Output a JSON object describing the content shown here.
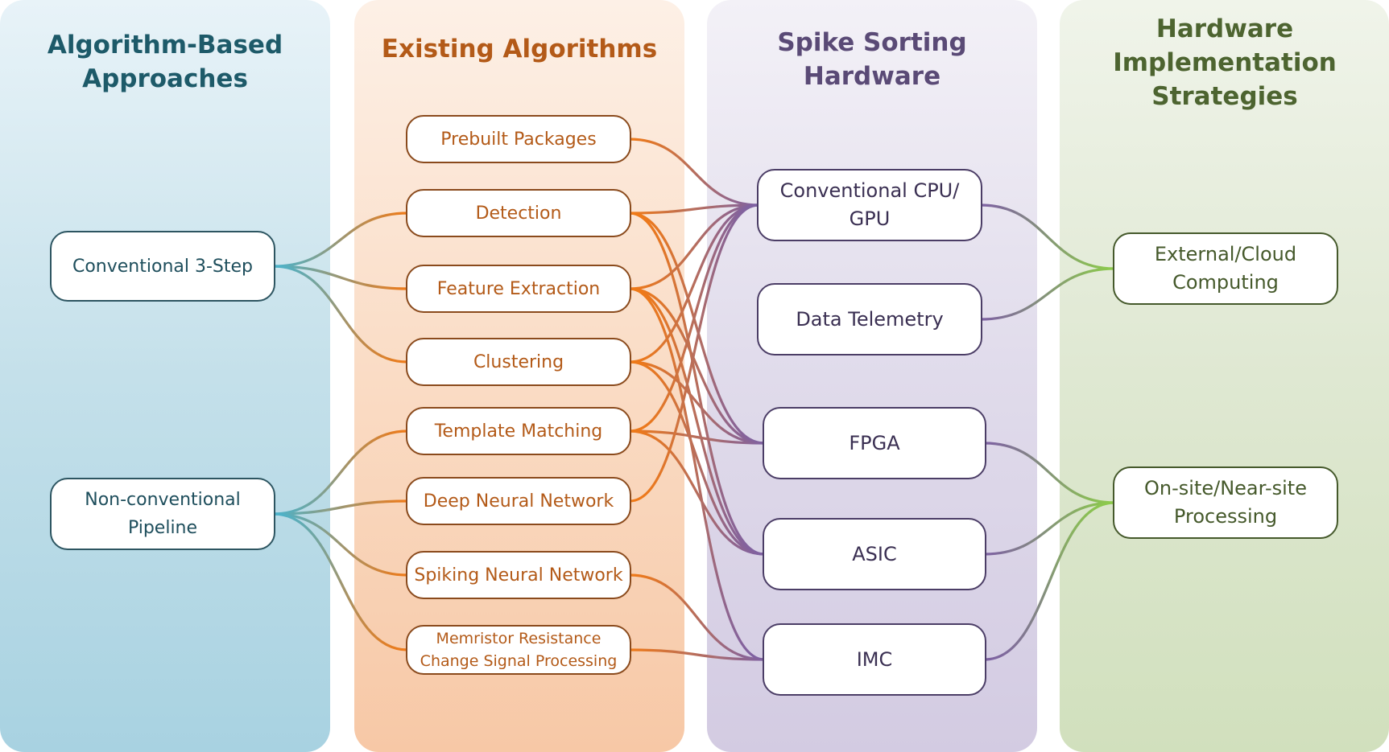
{
  "columns": [
    {
      "title": "Algorithm-Based\nApproaches"
    },
    {
      "title": "Existing Algorithms"
    },
    {
      "title": "Spike Sorting Hardware"
    },
    {
      "title": "Hardware\nImplementation\nStrategies"
    }
  ],
  "nodes": {
    "conv3": "Conventional 3-Step",
    "nonconv": "Non-conventional\nPipeline",
    "prebuilt": "Prebuilt Packages",
    "detection": "Detection",
    "feature": "Feature Extraction",
    "clustering": "Clustering",
    "template": "Template Matching",
    "dnn": "Deep Neural Network",
    "snn": "Spiking Neural Network",
    "memristor": "Memristor Resistance\nChange Signal Processing",
    "cpu": "Conventional CPU/\nGPU",
    "telemetry": "Data Telemetry",
    "fpga": "FPGA",
    "asic": "ASIC",
    "imc": "IMC",
    "cloud": "External/Cloud\nComputing",
    "onsite": "On-site/Near-site\nProcessing"
  },
  "colors": {
    "teal": "#4ab3cc",
    "orange": "#f07a17",
    "purple": "#7e61a3",
    "green": "#8ccc4a"
  },
  "connections": [
    {
      "from": "conv3",
      "to": "detection"
    },
    {
      "from": "conv3",
      "to": "feature"
    },
    {
      "from": "conv3",
      "to": "clustering"
    },
    {
      "from": "nonconv",
      "to": "template"
    },
    {
      "from": "nonconv",
      "to": "dnn"
    },
    {
      "from": "nonconv",
      "to": "snn"
    },
    {
      "from": "nonconv",
      "to": "memristor"
    },
    {
      "from": "prebuilt",
      "to": "cpu"
    },
    {
      "from": "detection",
      "to": "cpu"
    },
    {
      "from": "detection",
      "to": "fpga"
    },
    {
      "from": "detection",
      "to": "asic"
    },
    {
      "from": "feature",
      "to": "cpu"
    },
    {
      "from": "feature",
      "to": "fpga"
    },
    {
      "from": "feature",
      "to": "asic"
    },
    {
      "from": "feature",
      "to": "imc"
    },
    {
      "from": "clustering",
      "to": "cpu"
    },
    {
      "from": "clustering",
      "to": "fpga"
    },
    {
      "from": "clustering",
      "to": "asic"
    },
    {
      "from": "template",
      "to": "cpu"
    },
    {
      "from": "template",
      "to": "fpga"
    },
    {
      "from": "template",
      "to": "asic"
    },
    {
      "from": "dnn",
      "to": "cpu"
    },
    {
      "from": "snn",
      "to": "imc"
    },
    {
      "from": "memristor",
      "to": "imc"
    },
    {
      "from": "cpu",
      "to": "cloud"
    },
    {
      "from": "telemetry",
      "to": "cloud"
    },
    {
      "from": "fpga",
      "to": "onsite"
    },
    {
      "from": "asic",
      "to": "onsite"
    },
    {
      "from": "imc",
      "to": "onsite"
    }
  ]
}
